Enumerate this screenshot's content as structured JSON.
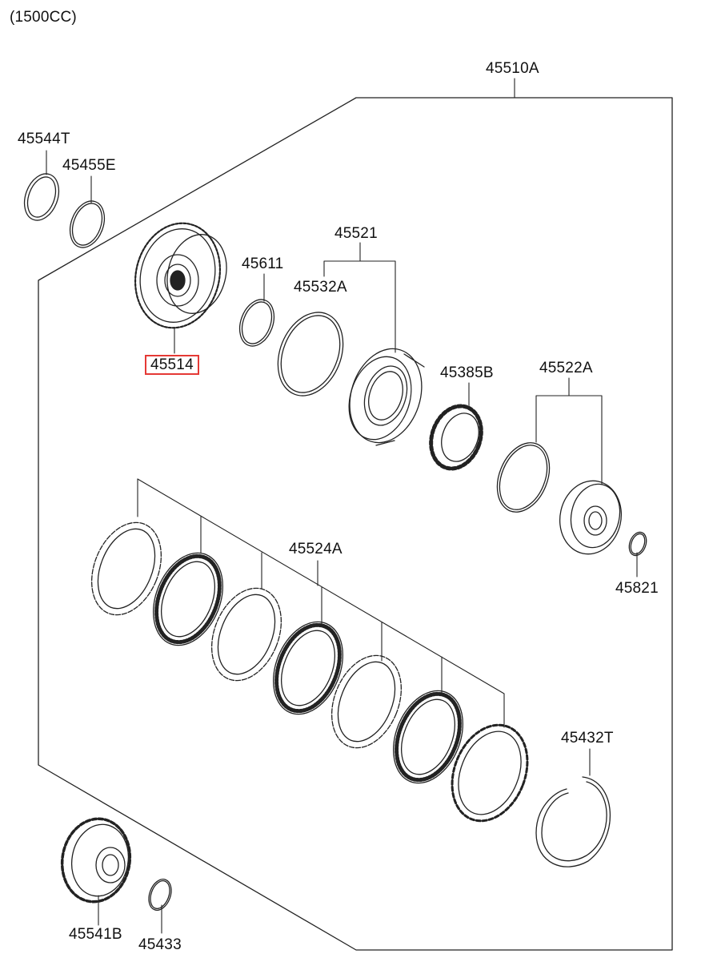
{
  "header": {
    "engine_spec": "(1500CC)"
  },
  "assembly": {
    "number": "45510A"
  },
  "parts": {
    "p45544T": "45544T",
    "p45455E": "45455E",
    "p45514": "45514",
    "p45611": "45611",
    "p45521": "45521",
    "p45532A": "45532A",
    "p45385B": "45385B",
    "p45522A": "45522A",
    "p45524A": "45524A",
    "p45821": "45821",
    "p45432T": "45432T",
    "p45541B": "45541B",
    "p45433": "45433"
  },
  "highlight": {
    "part": "45514",
    "color": "#e53935"
  }
}
